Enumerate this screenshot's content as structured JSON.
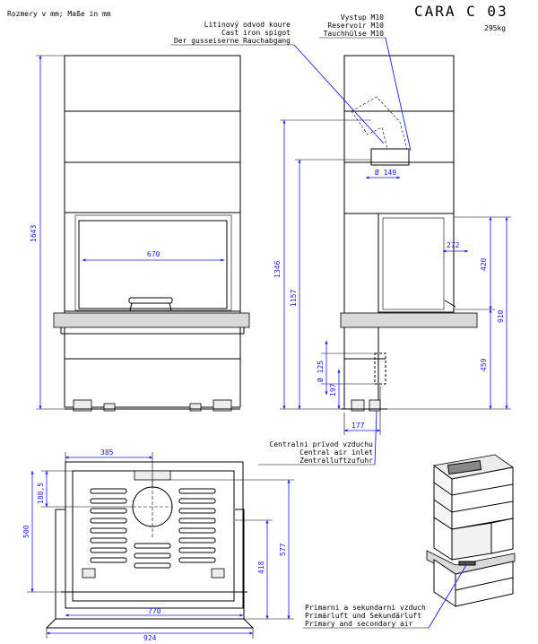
{
  "header": {
    "units_note": "Rozmery v mm; Maße in mm",
    "model": "CARA C 03",
    "weight": "295kg"
  },
  "callouts": {
    "flue_cz": "Litinový odvod koure",
    "flue_en": "Cast iron spigot",
    "flue_de": "Der gusseiserne Rauchabgang",
    "outlet_cz": "Vystup M10",
    "outlet_fr": "Reservoir M10",
    "outlet_de": "Tauchhülse M10",
    "air_cz": "Centralni privod vzduchu",
    "air_en": "Central air inlet",
    "air_de": "Zentralluftzufuhr",
    "prim_cz": "Primarni a sekundarni vzduch",
    "prim_de": "Primärluft und Sekundärluft",
    "prim_en": "Primary and secondary air"
  },
  "dimensions": {
    "total_height": "1643",
    "glass_width": "670",
    "flue_diameter": "Ø 149",
    "height_1346": "1346",
    "height_1157": "1157",
    "depth_272": "272",
    "height_420": "420",
    "height_910": "910",
    "height_459": "459",
    "inlet_diameter": "Ø 125",
    "height_197": "197",
    "inlet_offset": "177",
    "plan_385": "385",
    "plan_188": "188,5",
    "plan_500": "500",
    "plan_577": "577",
    "plan_418": "418",
    "plan_770": "770",
    "plan_924": "924"
  }
}
